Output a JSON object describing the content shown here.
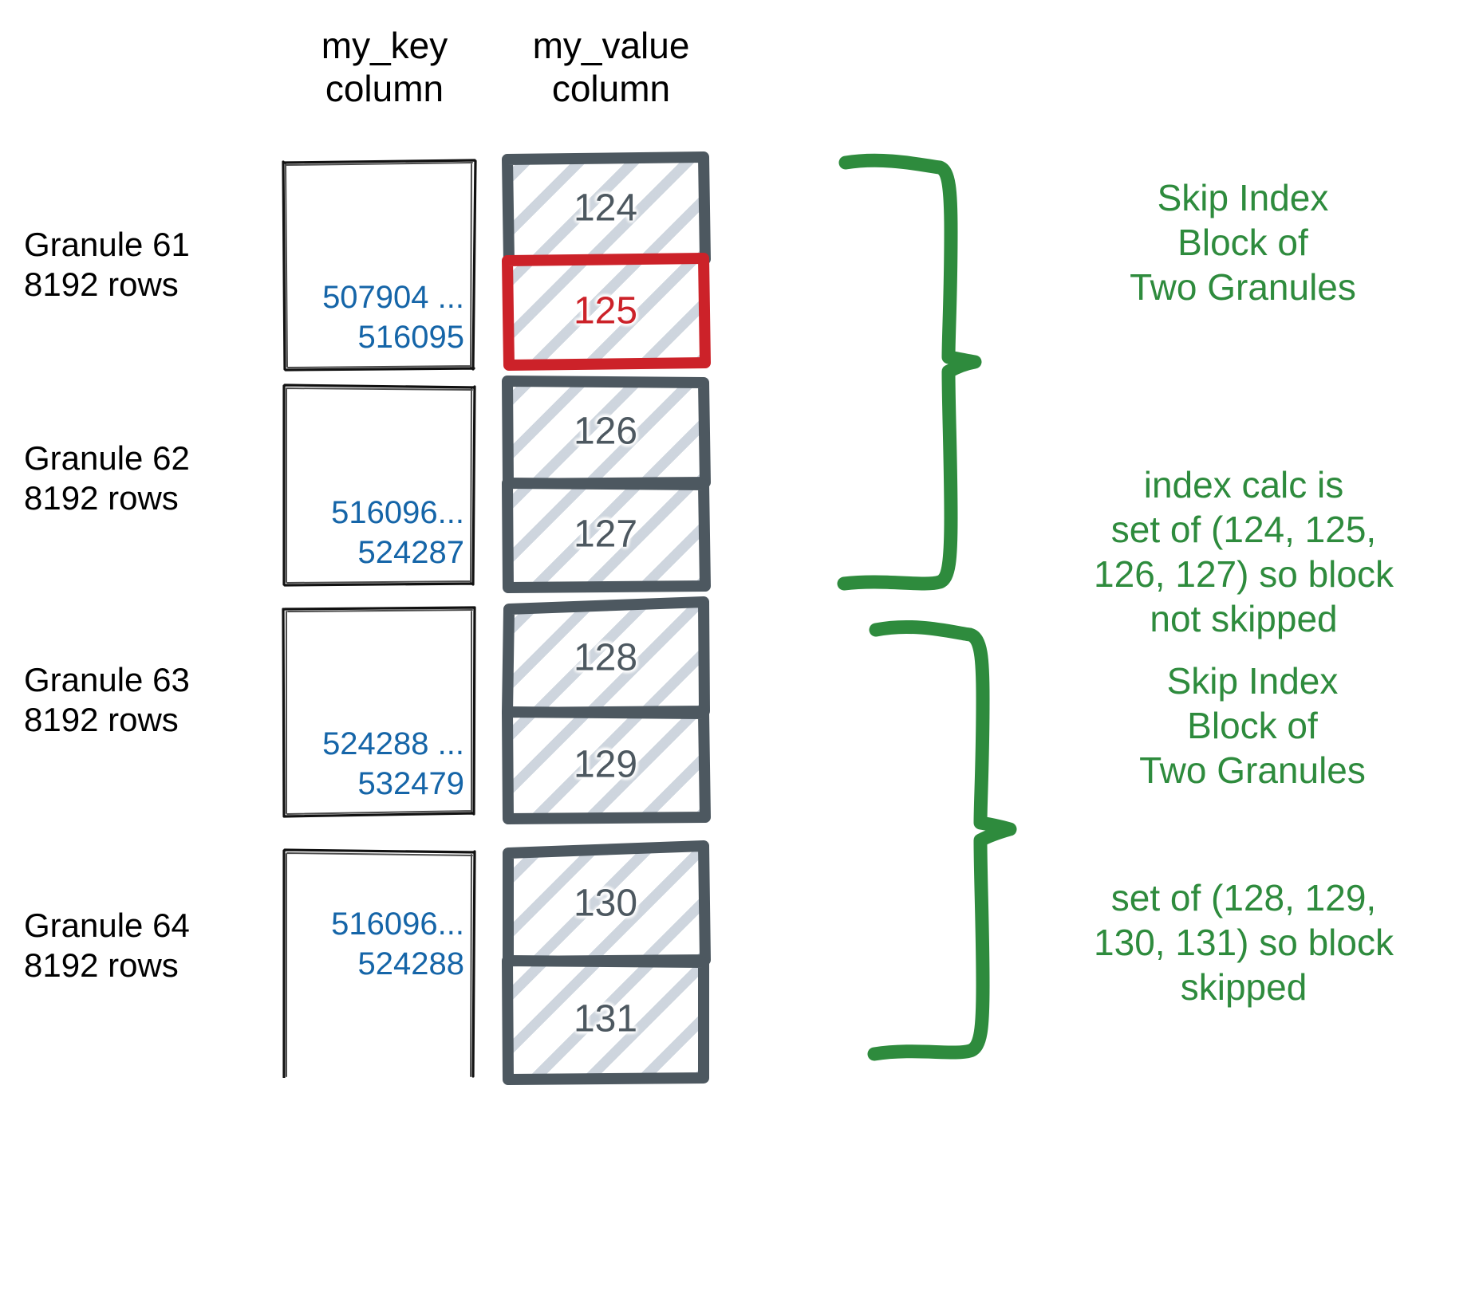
{
  "headers": {
    "key_column": "my_key\ncolumn",
    "value_column": "my_value\ncolumn"
  },
  "colors": {
    "key_text": "#1565a8",
    "value_text": "#4d5860",
    "highlight": "#cc2229",
    "annotation": "#2e8b3d",
    "hatch": "#c5ced8",
    "outline": "#000000"
  },
  "granules": [
    {
      "label": "Granule 61\n8192 rows",
      "key_range": "507904 ...\n516095",
      "values": [
        {
          "value": "124",
          "highlighted": false
        },
        {
          "value": "125",
          "highlighted": true
        }
      ]
    },
    {
      "label": "Granule 62\n8192 rows",
      "key_range": "516096...\n524287",
      "values": [
        {
          "value": "126",
          "highlighted": false
        },
        {
          "value": "127",
          "highlighted": false
        }
      ]
    },
    {
      "label": "Granule 63\n8192 rows",
      "key_range": "524288 ...\n532479",
      "values": [
        {
          "value": "128",
          "highlighted": false
        },
        {
          "value": "129",
          "highlighted": false
        }
      ]
    },
    {
      "label": "Granule 64\n8192 rows",
      "key_range": "516096...\n524288",
      "values": [
        {
          "value": "130",
          "highlighted": false
        },
        {
          "value": "131",
          "highlighted": false
        }
      ]
    }
  ],
  "annotations": [
    {
      "text": "Skip Index\nBlock of\nTwo Granules"
    },
    {
      "text": "index calc is\nset of (124, 125,\n126, 127) so block\nnot skipped"
    },
    {
      "text": "Skip Index\nBlock of\nTwo Granules"
    },
    {
      "text": "set of (128, 129,\n130, 131) so block\nskipped"
    }
  ]
}
